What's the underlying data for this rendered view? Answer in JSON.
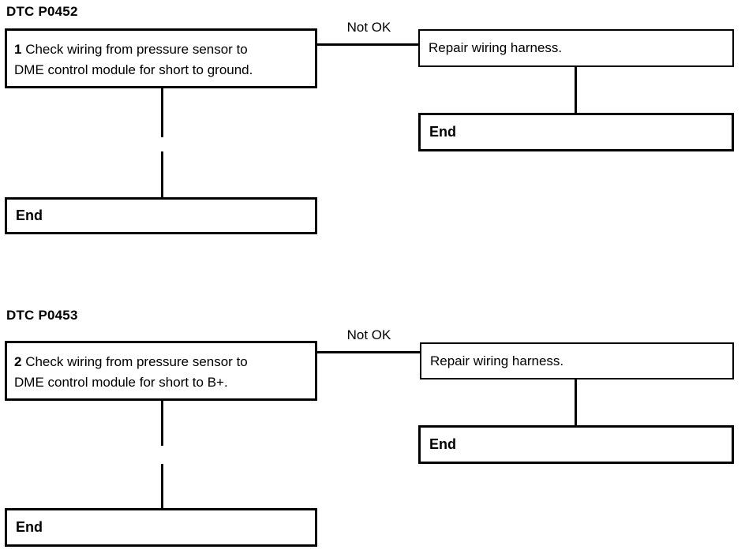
{
  "colors": {
    "ink": "#000000",
    "paper": "#ffffff"
  },
  "sections": [
    {
      "heading": "DTC P0452",
      "step_number": "1",
      "step_line1": "Check wiring from pressure sensor to",
      "step_line2": "DME control module for short to ground.",
      "branch_label": "Not OK",
      "repair_text": "Repair wiring harness.",
      "repair_end_label": "End",
      "main_end_label": "End"
    },
    {
      "heading": "DTC P0453",
      "step_number": "2",
      "step_line1": "Check wiring from pressure sensor to",
      "step_line2": "DME control module for short to B+.",
      "branch_label": "Not OK",
      "repair_text": "Repair wiring harness.",
      "repair_end_label": "End",
      "main_end_label": "End"
    }
  ]
}
